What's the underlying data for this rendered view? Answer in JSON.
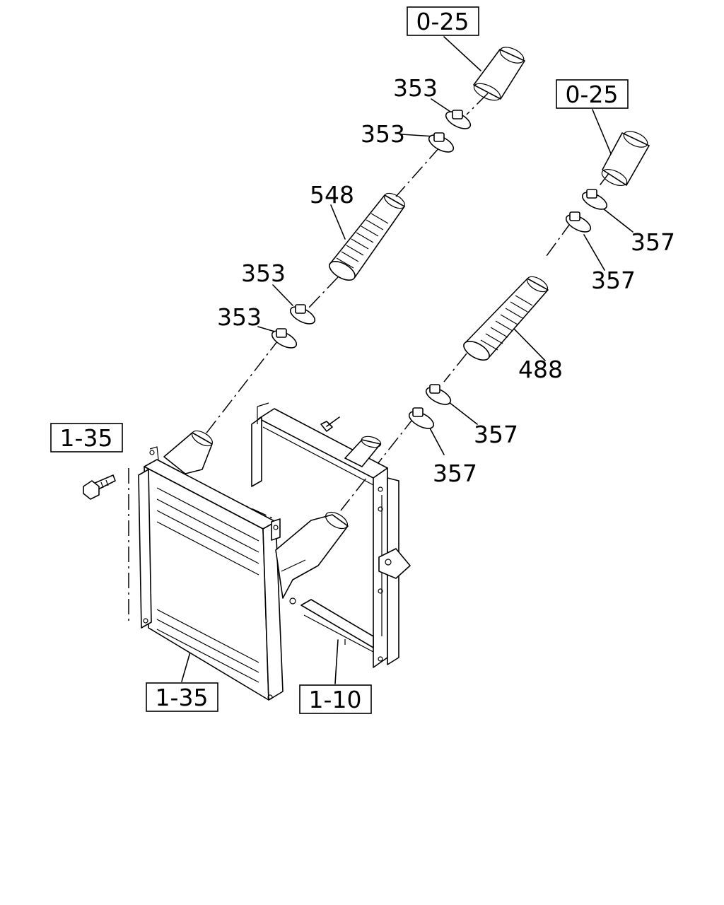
{
  "refs": {
    "ref_0_25_a": "0-25",
    "ref_0_25_b": "0-25",
    "ref_1_35_bolt": "1-35",
    "ref_1_35_intercooler": "1-35",
    "ref_1_10_radiator": "1-10"
  },
  "parts": {
    "p353_a": "353",
    "p353_b": "353",
    "p548": "548",
    "p353_c": "353",
    "p353_d": "353",
    "p357_a": "357",
    "p357_b": "357",
    "p488": "488",
    "p357_c": "357",
    "p357_d": "357"
  }
}
